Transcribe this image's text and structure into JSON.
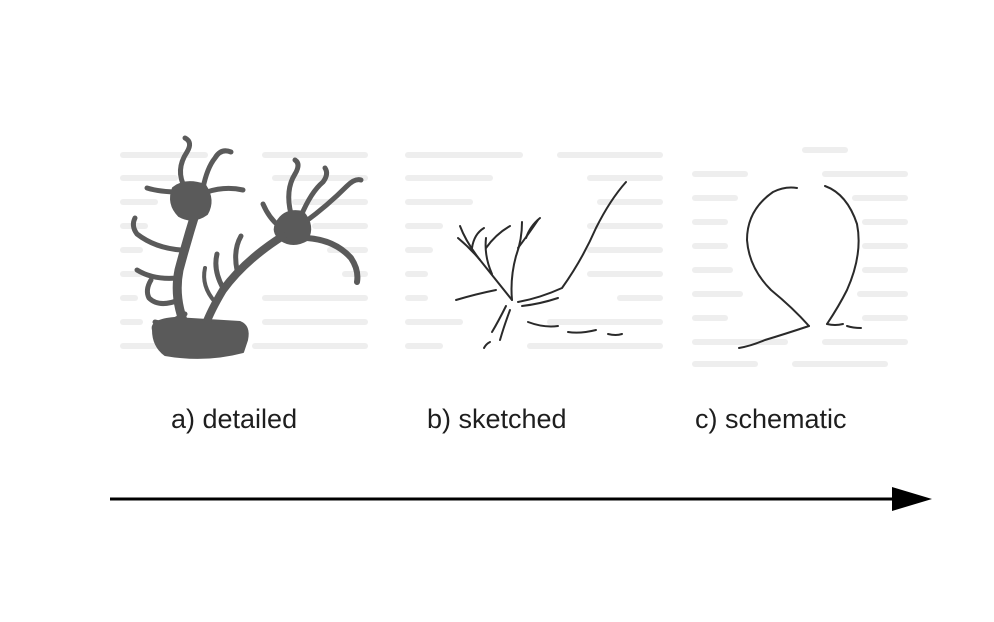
{
  "figure": {
    "captions": {
      "detailed": "a) detailed",
      "sketched": "b) sketched",
      "schematic": "c) schematic"
    },
    "colors": {
      "ink": "#1e1e1e",
      "fill": "#5a5a5a",
      "faint_text": "#ececec",
      "arrow": "#000000"
    },
    "icons": {
      "detailed": "filled-neurons-drawing",
      "sketched": "line-sketch-neurons",
      "schematic": "loop-schematic",
      "arrow": "right-arrow"
    }
  }
}
